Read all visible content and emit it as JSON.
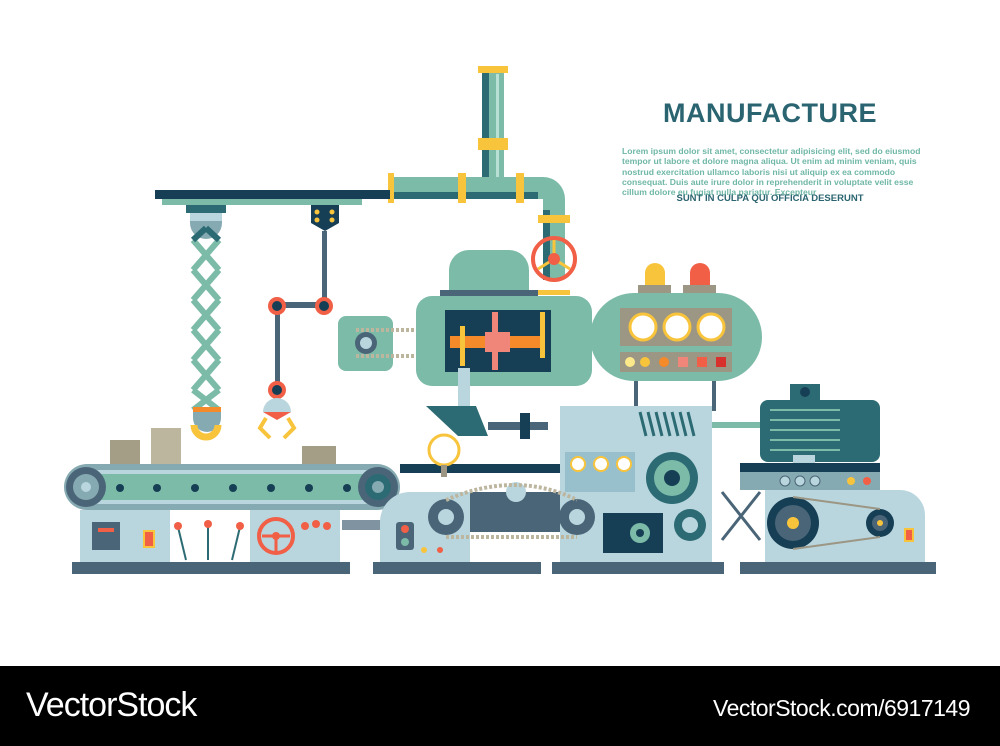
{
  "heading": {
    "title": "MANUFACTURE",
    "body": "Lorem ipsum dolor sit amet, consectetur adipisicing elit, sed do eiusmod tempor ut labore et dolore magna aliqua. Ut enim ad minim veniam, quis nostrud exercitation ullamco laboris nisi ut aliquip ex ea commodo consequat. Duis aute irure dolor in reprehenderit in voluptate velit esse cillum dolore eu fugiat nulla pariatur. Excepteur",
    "subtitle": "SUNT IN CULPA QUI OFFICIA DESERUNT"
  },
  "footer": {
    "brand": "VectorStock",
    "url": "VectorStock.com/6917149"
  },
  "colors": {
    "teal_light": "#7cbba8",
    "teal_dark": "#2d6b74",
    "navy": "#163f55",
    "slate": "#4a6577",
    "pale_blue": "#b9d6df",
    "yellow": "#f8c43c",
    "orange": "#f58a2a",
    "coral": "#f05f46",
    "beige": "#b8b09a",
    "title": "#2a6470",
    "lorem": "#6fb7a6"
  },
  "illustration": {
    "components": [
      "pipe-system",
      "valve-wheel",
      "scissor-lift-claw",
      "robotic-arm-claw",
      "conveyor-belt",
      "gearbox",
      "control-panel-with-gauges",
      "warning-lights",
      "electric-motor",
      "belt-drive",
      "chain-drive",
      "pressure-gauge",
      "levers",
      "steering-wheel",
      "boxes"
    ]
  }
}
